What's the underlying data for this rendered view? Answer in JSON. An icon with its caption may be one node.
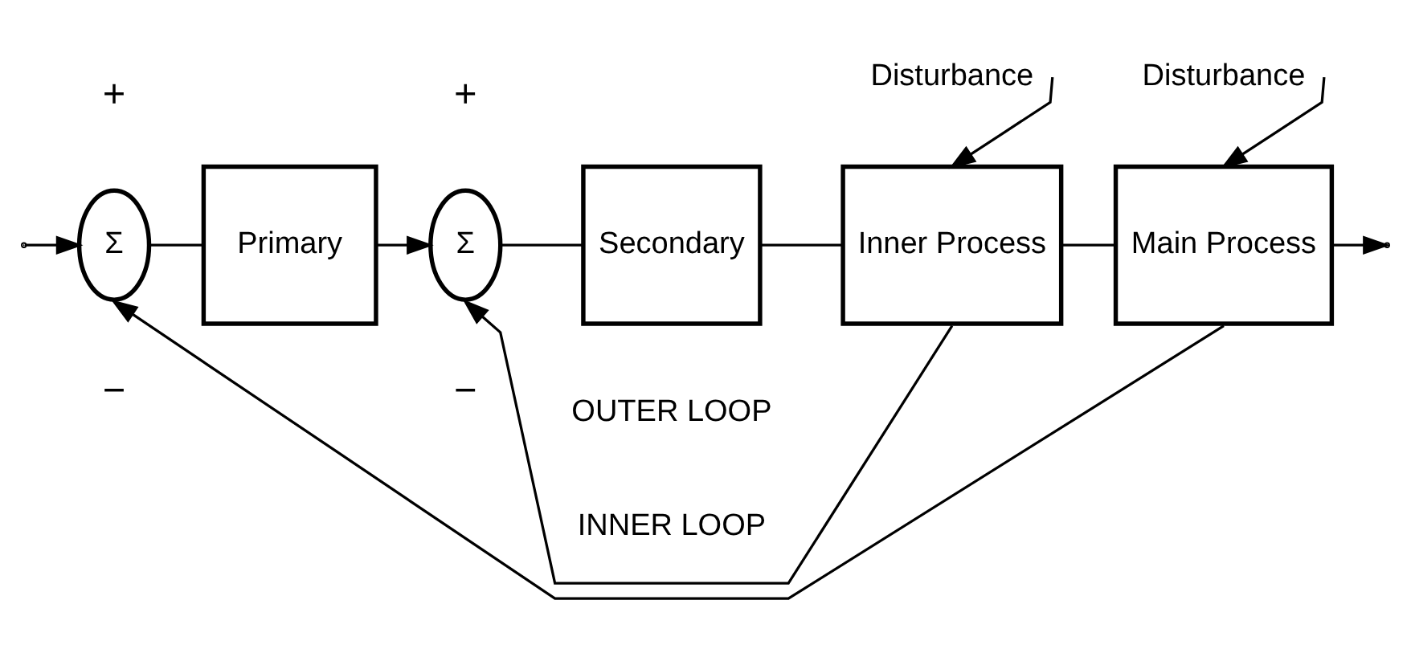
{
  "diagram": {
    "nodes": [
      {
        "text": [
          "Σ"
        ]
      },
      {
        "text": [
          "Primary"
        ]
      },
      {
        "text": [
          "Σ"
        ]
      },
      {
        "text": [
          "Secondary"
        ]
      },
      {
        "text": [
          "Inner Process"
        ]
      },
      {
        "text": [
          "Main Process"
        ]
      },
      {
        "text": [
          "Disturbance"
        ]
      },
      {
        "text": [
          "Disturbance"
        ]
      }
    ],
    "edges": [
      {
        "from": null,
        "to": 0,
        "arrow": "to"
      },
      {
        "from": 0,
        "to": 1,
        "arrow": "none"
      },
      {
        "from": 1,
        "to": 2,
        "arrow": "to"
      },
      {
        "from": 2,
        "to": 3,
        "arrow": "none"
      },
      {
        "from": 3,
        "to": 4,
        "arrow": "none"
      },
      {
        "from": 4,
        "to": 5,
        "arrow": "none"
      },
      {
        "from": 5,
        "to": null,
        "arrow": "to"
      },
      {
        "from": 6,
        "to": 4,
        "arrow": "to"
      },
      {
        "from": 7,
        "to": 5,
        "arrow": "to"
      },
      {
        "from": 4,
        "to": 2,
        "arrow": "to"
      },
      {
        "from": 5,
        "to": 0,
        "arrow": "to"
      }
    ],
    "labels": [
      "+",
      "−",
      "+",
      "−",
      "INNER LOOP",
      "OUTER LOOP"
    ]
  }
}
